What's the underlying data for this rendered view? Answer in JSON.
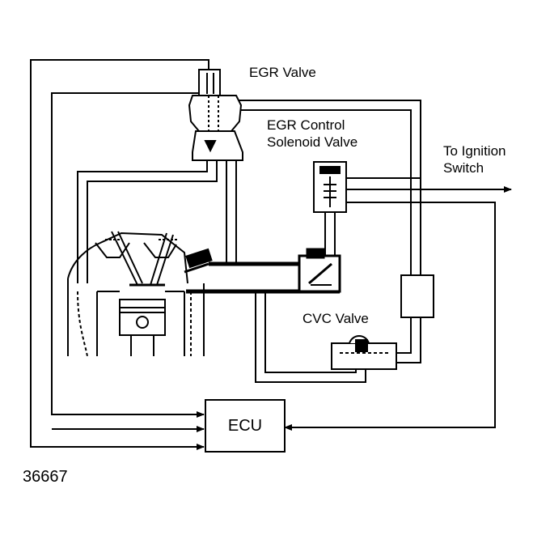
{
  "labels": {
    "egr_valve": "EGR Valve",
    "egr_control_line1": "EGR Control",
    "egr_control_line2": "Solenoid Valve",
    "ignition_line1": "To Ignition",
    "ignition_line2": "Switch",
    "cvc_valve": "CVC Valve",
    "ecu": "ECU",
    "figure_number": "36667"
  }
}
